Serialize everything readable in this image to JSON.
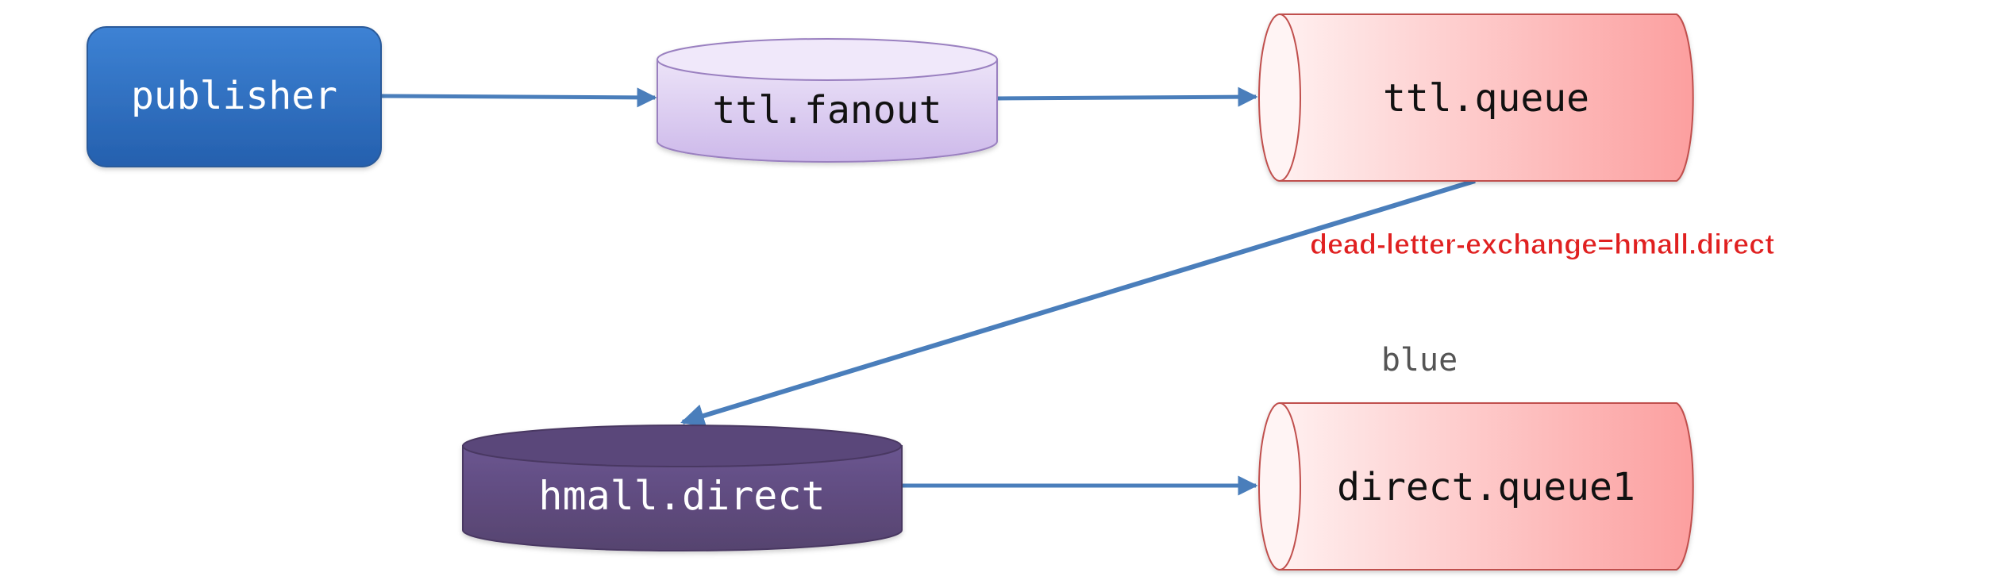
{
  "nodes": {
    "publisher": {
      "label": "publisher",
      "color": "#2f6fc0"
    },
    "ttl_fanout": {
      "label": "ttl.fanout",
      "color": "#ddd0f0"
    },
    "ttl_queue": {
      "label": "ttl.queue",
      "color": "#fcc2c2"
    },
    "hmall_direct": {
      "label": "hmall.direct",
      "color": "#5e4a7c"
    },
    "direct_queue1": {
      "label": "direct.queue1",
      "color": "#fcc2c2"
    }
  },
  "edges": {
    "dead_letter_label": "dead-letter-exchange=hmall.direct",
    "routing_key_label": "blue",
    "arrow_color": "#4a7ebb",
    "annotation_color": "#e02020"
  }
}
